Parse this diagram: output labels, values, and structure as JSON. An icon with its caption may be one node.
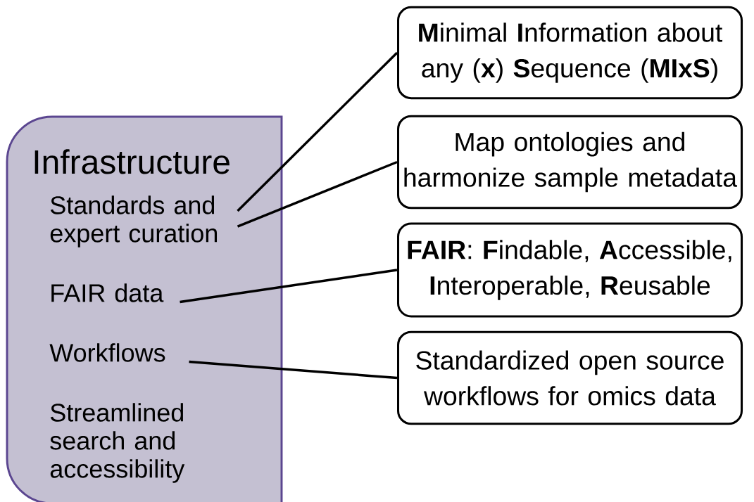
{
  "diagram": {
    "nodes": [
      {
        "text": [
          "Infrastructure"
        ]
      },
      {
        "text": [
          "Standards and expert curation"
        ],
        "in": 0
      },
      {
        "text": [
          "FAIR data"
        ],
        "in": 0
      },
      {
        "text": [
          "Workflows"
        ],
        "in": 0
      },
      {
        "text": [
          "Streamlined search and accessibility"
        ],
        "in": 0
      },
      {
        "text": [
          "**M**inimal **I**nformation about any (**x**) **S**equence (**MIxS**)"
        ]
      },
      {
        "text": [
          "Map ontologies and harmonize sample metadata"
        ]
      },
      {
        "text": [
          "**FAIR**: **F**indable, **A**ccessible, **I**nteroperable, **R**eusable"
        ]
      },
      {
        "text": [
          "Standardized open source workflows for omics data"
        ]
      }
    ],
    "edges": [
      {
        "from": 1,
        "to": 5,
        "arrow": "none"
      },
      {
        "from": 1,
        "to": 6,
        "arrow": "none"
      },
      {
        "from": 2,
        "to": 7,
        "arrow": "none"
      },
      {
        "from": 3,
        "to": 8,
        "arrow": "none"
      }
    ]
  }
}
